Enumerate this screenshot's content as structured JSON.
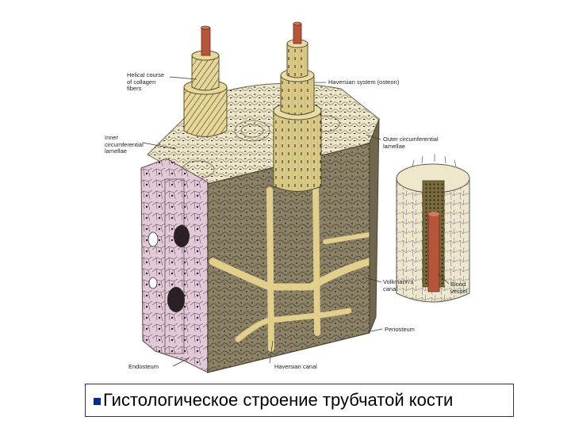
{
  "labels": {
    "helical": "Helical course\nof collagen\nfibers",
    "haversian_system": "Haversian system (osteon)",
    "inner_circumferential": "Inner\ncircumferential\nlamellae",
    "outer_circumferential": "Outer circumferential\nlamellae",
    "volkmanns": "Volkmann's\ncanal",
    "blood_vessel": "Blood\nvessel",
    "periosteum": "Periosteum",
    "endosteum": "Endosteum",
    "haversian_canal": "Haversian canal"
  },
  "caption": {
    "text": "Гистологическое строение трубчатой кости"
  },
  "colors": {
    "bone_dark": "#8b8166",
    "bone_light": "#e9e2c2",
    "osteon_yellow": "#d9c886",
    "canal_yellow": "#e2cf8c",
    "marrow_pink": "#e2c9d8",
    "vessel_red": "#b5553a",
    "bullet_blue": "#0b2a8a"
  }
}
